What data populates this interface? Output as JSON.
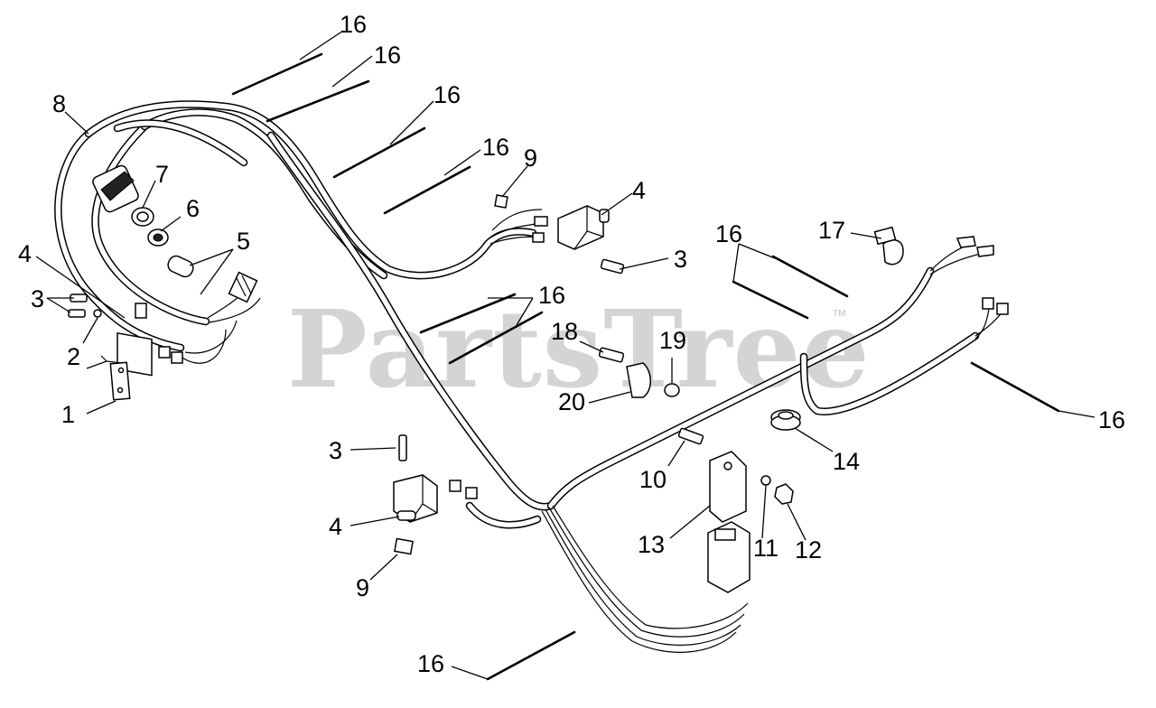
{
  "watermark": {
    "text": "PartsTree",
    "trademark": "TM",
    "color": "#d4d4d4"
  },
  "callouts": {
    "c16a": "16",
    "c16b": "16",
    "c16c": "16",
    "c16d": "16",
    "c16e": "16",
    "c16f": "16",
    "c16g": "16",
    "c16h": "16",
    "c8": "8",
    "c7": "7",
    "c6": "6",
    "c5": "5",
    "c4a": "4",
    "c3a": "3",
    "c2": "2",
    "c1": "1",
    "c9a": "9",
    "c4b": "4",
    "c3b": "3",
    "c17": "17",
    "c18": "18",
    "c19": "19",
    "c20": "20",
    "c14": "14",
    "c10": "10",
    "c13": "13",
    "c11": "11",
    "c12": "12",
    "c3c": "3",
    "c4c": "4",
    "c9b": "9"
  }
}
